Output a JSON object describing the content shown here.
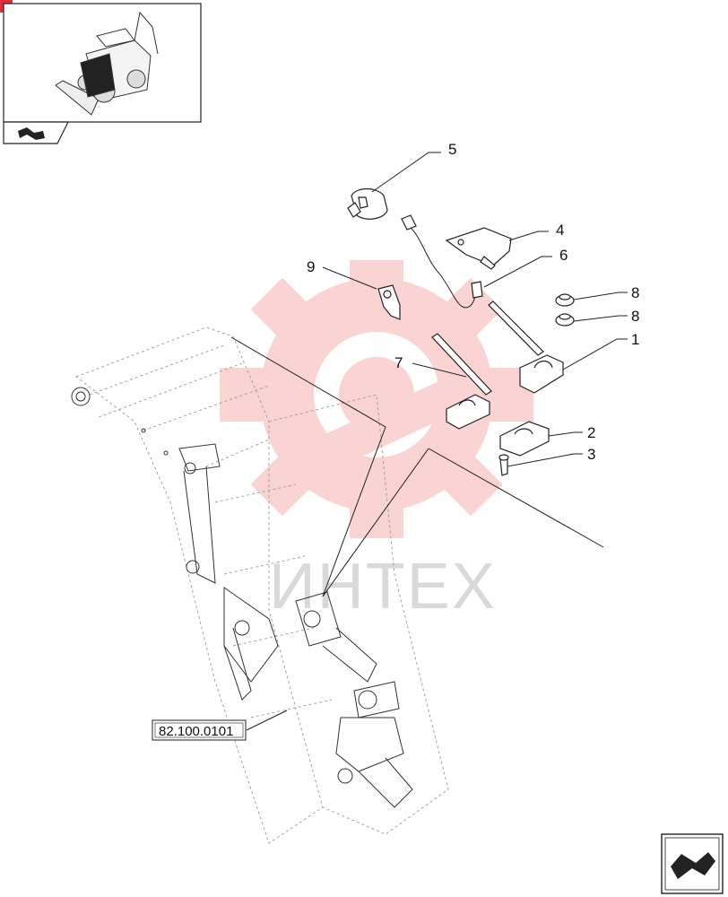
{
  "colors": {
    "watermark": "#f7b0b0",
    "watermark_text": "#d9d9d9",
    "badge": "#e0303c"
  },
  "watermark": {
    "text": "ИНТЕХ"
  },
  "reference": {
    "label": "82.100.0101"
  },
  "callouts": [
    {
      "id": "5",
      "label": "5"
    },
    {
      "id": "4",
      "label": "4"
    },
    {
      "id": "6",
      "label": "6"
    },
    {
      "id": "9",
      "label": "9"
    },
    {
      "id": "8a",
      "label": "8"
    },
    {
      "id": "8b",
      "label": "8"
    },
    {
      "id": "1",
      "label": "1"
    },
    {
      "id": "7",
      "label": "7"
    },
    {
      "id": "2",
      "label": "2"
    },
    {
      "id": "3",
      "label": "3"
    }
  ],
  "icons": {
    "thumbnail": "backhoe-loader-thumbnail-icon",
    "nav_top": "back-arrow-icon",
    "nav_bottom": "next-page-arrow-icon"
  }
}
